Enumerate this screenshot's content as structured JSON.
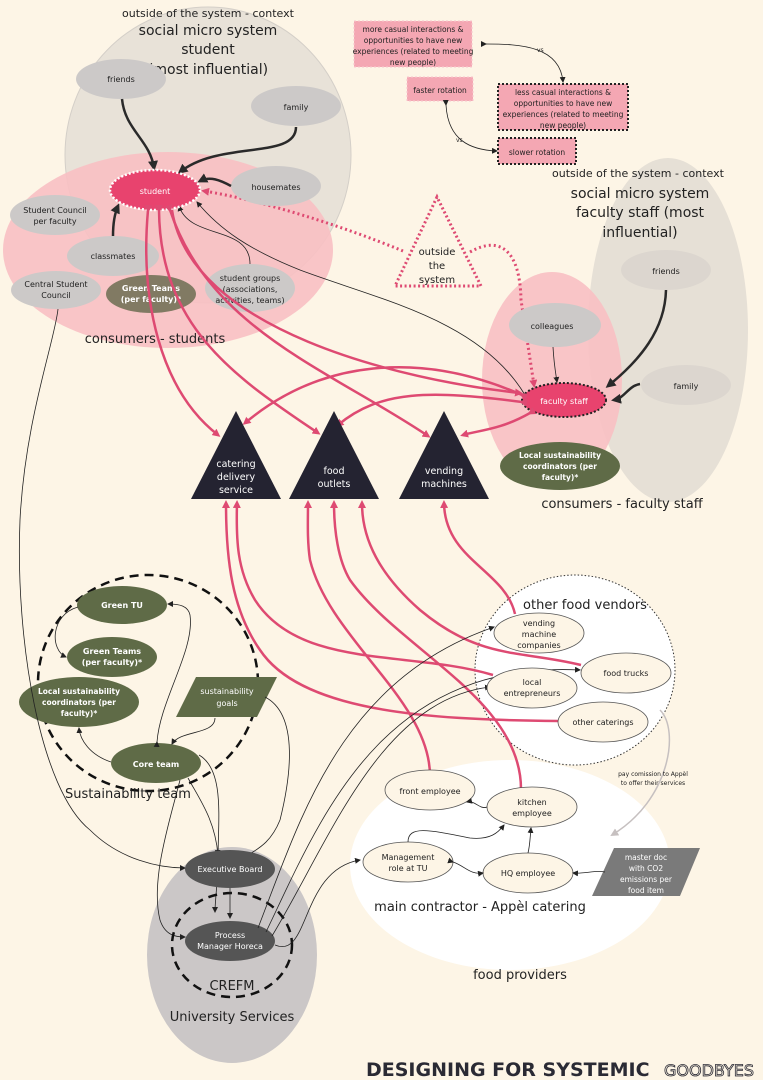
{
  "colors": {
    "background": "#fdf5e6",
    "pink_bubble": "#f8c0c3",
    "grey_bubble": "#e6e0d6",
    "actor_pink": "#e8436e",
    "arrow_pink": "#de4a72",
    "node_grey": "#ccc9c8",
    "olive": "#5f6b47",
    "olive_brown": "#817a63",
    "dark_triangle": "#242331",
    "dark_node": "#555555",
    "note_pink": "#f4a7b3",
    "univ_grey": "#cbc7c7"
  },
  "student_context": {
    "context_label": "outside of the system - context",
    "title_lines": [
      "social micro system",
      "student",
      "(most influential)"
    ],
    "nodes": {
      "friends": "friends",
      "family": "family",
      "housemates": "housemates",
      "student": "student",
      "student_council_faculty": [
        "Student Council",
        "per faculty"
      ],
      "classmates": "classmates",
      "central_student_council": [
        "Central Student",
        "Council"
      ],
      "green_teams": [
        "Green Teams",
        "(per faculty)*"
      ],
      "student_groups": [
        "student groups",
        "(associations,",
        "activities, teams)"
      ]
    },
    "group_label": "consumers - students"
  },
  "notes": {
    "more_casual": [
      "more casual interactions &",
      "opportunities to have new",
      "experiences (related to meeting",
      "new people)"
    ],
    "faster_rotation": "faster rotation",
    "less_casual": [
      "less casual interactions &",
      "opportunities to have new",
      "experiences (related to meeting",
      "new people)"
    ],
    "slower_rotation": "slower rotation",
    "vs_label": "vs"
  },
  "outside_system": [
    "outside",
    "the",
    "system"
  ],
  "staff_context": {
    "context_label": "outside of the system - context",
    "title_lines": [
      "social micro system",
      "faculty staff (most",
      "influential)"
    ],
    "nodes": {
      "friends": "friends",
      "family": "family",
      "colleagues": "colleagues",
      "faculty_staff": "faculty staff",
      "local_coordinators": [
        "Local sustainability",
        "coordinators (per",
        "faculty)*"
      ]
    },
    "group_label": "consumers - faculty staff"
  },
  "channels": [
    {
      "id": "catering",
      "lines": [
        "catering",
        "delivery",
        "service"
      ]
    },
    {
      "id": "outlets",
      "lines": [
        "food",
        "outlets"
      ]
    },
    {
      "id": "vending",
      "lines": [
        "vending",
        "machines"
      ]
    }
  ],
  "sustainability_team": {
    "label": "Sustainability team",
    "green_tu": "Green TU",
    "green_teams": [
      "Green Teams",
      "(per faculty)*"
    ],
    "local_coordinators": [
      "Local sustainability",
      "coordinators (per",
      "faculty)*"
    ],
    "goals": [
      "sustainability",
      "goals"
    ],
    "core_team": "Core team"
  },
  "university_services": {
    "label": "University Services",
    "crefm": "CREFM",
    "executive_board": "Executive Board",
    "process_manager": [
      "Process",
      "Manager Horeca"
    ]
  },
  "other_vendors": {
    "label": "other food vendors",
    "vending_companies": [
      "vending",
      "machine",
      "companies"
    ],
    "food_trucks": "food trucks",
    "local_entrepreneurs": [
      "local",
      "entrepreneurs"
    ],
    "other_caterings": "other caterings",
    "commission_note": [
      "pay comission to Appèl",
      "to offer their services"
    ]
  },
  "main_contractor": {
    "label": "main contractor - Appèl catering",
    "front_employee": "front employee",
    "kitchen_employee": [
      "kitchen",
      "employee"
    ],
    "management": [
      "Management",
      "role at TU"
    ],
    "hq_employee": "HQ employee",
    "master_doc": [
      "master doc",
      "with CO2",
      "emissions per",
      "food item"
    ]
  },
  "food_providers_label": "food providers",
  "footer": {
    "bold": "DESIGNING FOR SYSTEMIC",
    "outline": "GOODBYES"
  }
}
